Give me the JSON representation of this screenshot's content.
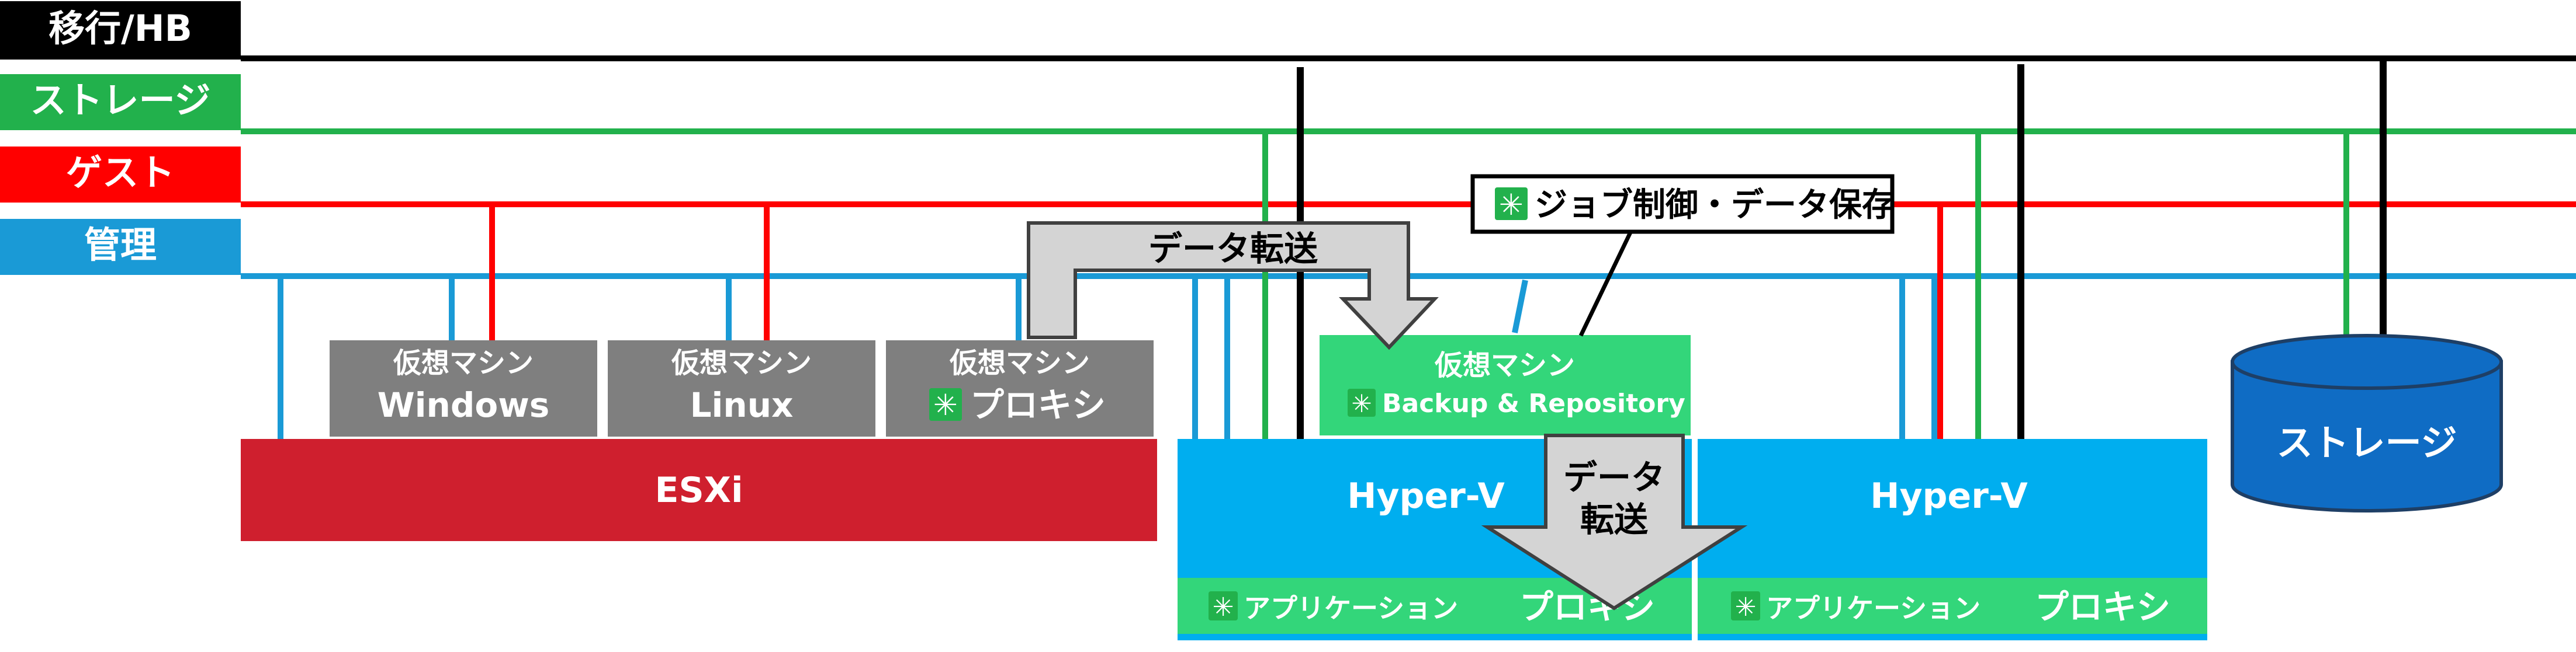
{
  "networks": [
    {
      "label": "移行/HB",
      "color": "#000000"
    },
    {
      "label": "ストレージ",
      "color": "#22b14c"
    },
    {
      "label": "ゲスト",
      "color": "#ff0000"
    },
    {
      "label": "管理",
      "color": "#1a9ad6"
    }
  ],
  "colors": {
    "vm_box": "#7f7f7f",
    "esxi": "#cf1f2e",
    "hyperv": "#00aeef",
    "app_bar": "#33d67a",
    "vbr_box": "#33d67a",
    "star_badge": "#22b14c",
    "storage": "#0f6cc4",
    "arrow": "#d4d4d4"
  },
  "vms": [
    {
      "title": "仮想マシン",
      "name": "Windows",
      "star": false
    },
    {
      "title": "仮想マシン",
      "name": "Linux",
      "star": false
    },
    {
      "title": "仮想マシン",
      "name": "プロキシ",
      "star": true
    }
  ],
  "star_icon": "asterisk-badge-icon",
  "vbr_vm": {
    "title": "仮想マシン",
    "name": "Backup & Repository"
  },
  "esxi": {
    "label": "ESXi"
  },
  "hyperv_hosts": [
    {
      "label": "Hyper-V",
      "app_label": "アプリケーション",
      "proxy_label": "プロキシ"
    },
    {
      "label": "Hyper-V",
      "app_label": "アプリケーション",
      "proxy_label": "プロキシ"
    }
  ],
  "storage": {
    "label": "ストレージ"
  },
  "callout": {
    "text": "ジョブ制御・データ保存"
  },
  "arrows": [
    {
      "label": "データ転送"
    },
    {
      "line1": "データ",
      "line2": "転送"
    }
  ]
}
